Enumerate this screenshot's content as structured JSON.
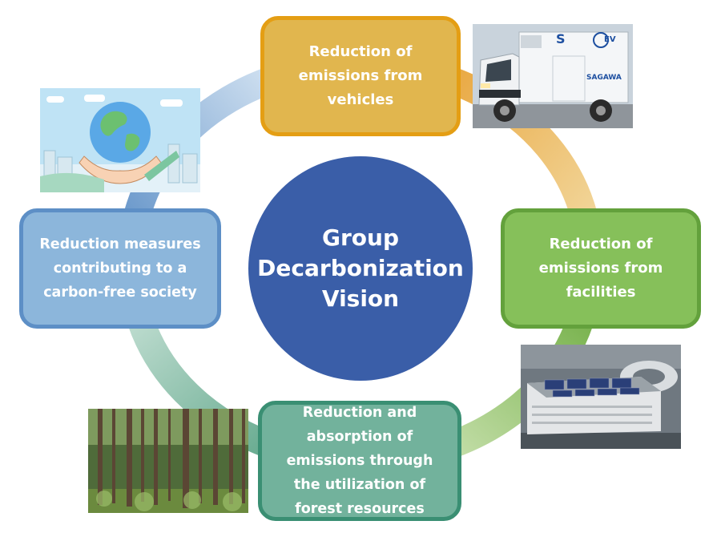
{
  "center": {
    "title": "Group Decarbonization Vision"
  },
  "boxes": {
    "vehicles": "Reduction of emissions from vehicles",
    "facilities": "Reduction of emissions from facilities",
    "forest": "Reduction and absorption of emissions through the utilization of forest resources",
    "society": "Reduction measures contributing to a carbon-free society"
  },
  "truck_branding": {
    "letter": "S",
    "ev": "EV",
    "name": "SAGAWA"
  },
  "photos": [
    {
      "id": "globe",
      "subject": "illustration of hands holding the earth over a city skyline"
    },
    {
      "id": "truck",
      "subject": "white electric delivery truck"
    },
    {
      "id": "building",
      "subject": "logistics warehouse with rooftop solar panels"
    },
    {
      "id": "forest",
      "subject": "cedar forest"
    }
  ],
  "colors": {
    "center": "#3a5ea8",
    "vehicles": "#e1b64e",
    "facilities": "#86c05a",
    "forest": "#72b29c",
    "society": "#8cb6db",
    "ring_blue": "#9cc0e0",
    "ring_orange": "#f0c070",
    "ring_green": "#a8d080",
    "ring_teal": "#80c0a8"
  }
}
